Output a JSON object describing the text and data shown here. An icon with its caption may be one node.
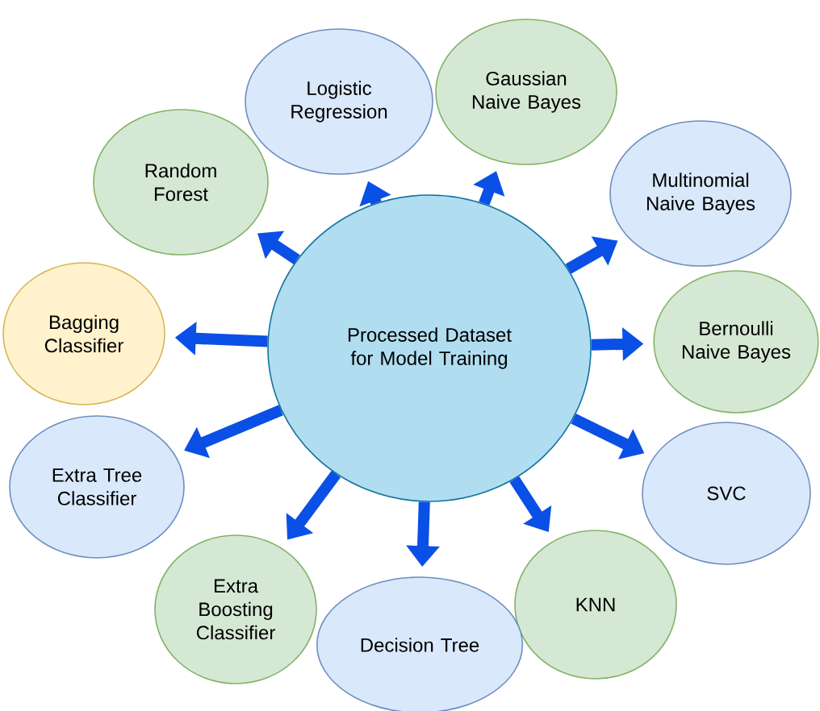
{
  "diagram": {
    "nodes": [
      {
        "text": [
          "Processed Dataset for Model Training"
        ]
      },
      {
        "text": [
          "Logistic Regression"
        ]
      },
      {
        "text": [
          "Gaussian Naive Bayes"
        ]
      },
      {
        "text": [
          "Random Forest"
        ]
      },
      {
        "text": [
          "Multinomial Naive Bayes"
        ]
      },
      {
        "text": [
          "Bagging Classifier"
        ]
      },
      {
        "text": [
          "Bernoulli Naive Bayes"
        ]
      },
      {
        "text": [
          "Extra Tree Classifier"
        ]
      },
      {
        "text": [
          "SVC"
        ]
      },
      {
        "text": [
          "Extra Boosting Classifier"
        ]
      },
      {
        "text": [
          "KNN"
        ]
      },
      {
        "text": [
          "Decision Tree"
        ]
      }
    ],
    "edges": [
      {
        "from": 0,
        "to": 1,
        "arrow": "to"
      },
      {
        "from": 0,
        "to": 2,
        "arrow": "to"
      },
      {
        "from": 0,
        "to": 3,
        "arrow": "to"
      },
      {
        "from": 0,
        "to": 4,
        "arrow": "to"
      },
      {
        "from": 0,
        "to": 5,
        "arrow": "to"
      },
      {
        "from": 0,
        "to": 6,
        "arrow": "to"
      },
      {
        "from": 0,
        "to": 7,
        "arrow": "to"
      },
      {
        "from": 0,
        "to": 8,
        "arrow": "to"
      },
      {
        "from": 0,
        "to": 9,
        "arrow": "to"
      },
      {
        "from": 0,
        "to": 10,
        "arrow": "to"
      },
      {
        "from": 0,
        "to": 11,
        "arrow": "to"
      }
    ]
  }
}
